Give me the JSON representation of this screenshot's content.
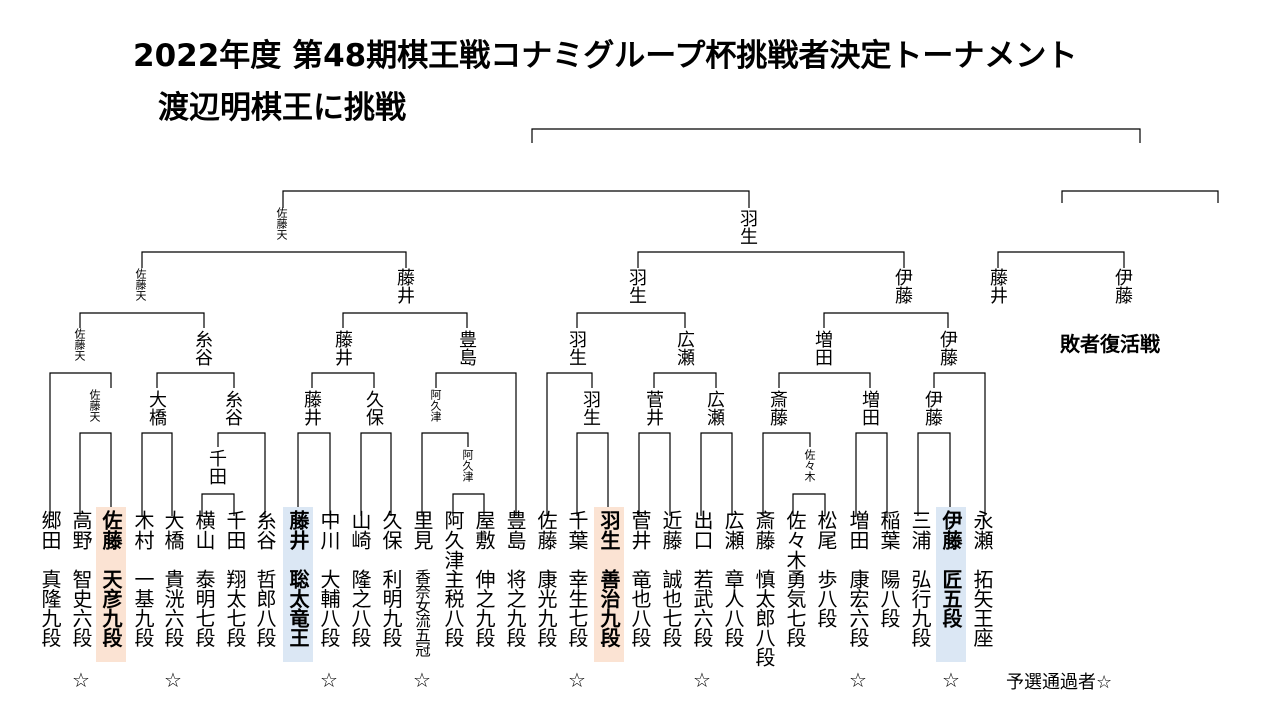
{
  "title": {
    "line1": "2022年度 第48期棋王戦コナミグループ杯挑戦者決定トーナメント",
    "line2": "渡辺明棋王に挑戦"
  },
  "players": [
    {
      "name": "郷田",
      "rank": "真隆九段",
      "highlight": "none",
      "star": false
    },
    {
      "name": "高野",
      "rank": "智史六段",
      "highlight": "none",
      "star": true
    },
    {
      "name": "佐藤",
      "rank": "天彦九段",
      "highlight": "orange",
      "star": false
    },
    {
      "name": "木村",
      "rank": "一基九段",
      "highlight": "none",
      "star": false
    },
    {
      "name": "大橋",
      "rank": "貴洸六段",
      "highlight": "none",
      "star": true
    },
    {
      "name": "横山",
      "rank": "泰明七段",
      "highlight": "none",
      "star": false
    },
    {
      "name": "千田",
      "rank": "翔太七段",
      "highlight": "none",
      "star": false
    },
    {
      "name": "糸谷",
      "rank": "哲郎八段",
      "highlight": "none",
      "star": false
    },
    {
      "name": "藤井",
      "rank": "聡太竜王",
      "highlight": "blue",
      "star": false
    },
    {
      "name": "中川",
      "rank": "大輔八段",
      "highlight": "none",
      "star": true
    },
    {
      "name": "山崎",
      "rank": "隆之八段",
      "highlight": "none",
      "star": false
    },
    {
      "name": "久保",
      "rank": "利明九段",
      "highlight": "none",
      "star": false
    },
    {
      "name": "里見",
      "rank": "香奈女流五冠",
      "highlight": "none",
      "star": true
    },
    {
      "name": "阿久津",
      "rank": "主税八段",
      "highlight": "none",
      "star": false
    },
    {
      "name": "屋敷",
      "rank": "伸之九段",
      "highlight": "none",
      "star": false
    },
    {
      "name": "豊島",
      "rank": "将之九段",
      "highlight": "none",
      "star": false
    },
    {
      "name": "佐藤",
      "rank": "康光九段",
      "highlight": "none",
      "star": false
    },
    {
      "name": "千葉",
      "rank": "幸生七段",
      "highlight": "none",
      "star": true
    },
    {
      "name": "羽生",
      "rank": "善治九段",
      "highlight": "orange",
      "star": false
    },
    {
      "name": "菅井",
      "rank": "竜也八段",
      "highlight": "none",
      "star": false
    },
    {
      "name": "近藤",
      "rank": "誠也七段",
      "highlight": "none",
      "star": false
    },
    {
      "name": "出口",
      "rank": "若武六段",
      "highlight": "none",
      "star": true
    },
    {
      "name": "広瀬",
      "rank": "章人八段",
      "highlight": "none",
      "star": false
    },
    {
      "name": "斎藤",
      "rank": "慎太郎八段",
      "highlight": "none",
      "star": false
    },
    {
      "name": "佐々木",
      "rank": "勇気七段",
      "highlight": "none",
      "star": false
    },
    {
      "name": "松尾",
      "rank": "歩八段",
      "highlight": "none",
      "star": false
    },
    {
      "name": "増田",
      "rank": "康宏六段",
      "highlight": "none",
      "star": true
    },
    {
      "name": "稲葉",
      "rank": "陽八段",
      "highlight": "none",
      "star": false
    },
    {
      "name": "三浦",
      "rank": "弘行九段",
      "highlight": "none",
      "star": false
    },
    {
      "name": "伊藤",
      "rank": "匠五段",
      "highlight": "blue",
      "star": true
    },
    {
      "name": "永瀬",
      "rank": "拓矢王座",
      "highlight": "none",
      "star": false
    }
  ],
  "winners": {
    "r1_ooh": "佐藤天",
    "r1_sen": "千田",
    "r1_aku": "阿久津",
    "r1_habu": "羽生",
    "r1_sas": "佐々木",
    "r1_ito": "伊藤",
    "r2_sato": "佐藤天",
    "r2_ohashi": "大橋",
    "r2_itoya": "糸谷",
    "r2_fujii": "藤井",
    "r2_kubo": "久保",
    "r2_aku": "阿久津",
    "r2_toyo": "豊島",
    "r2_habu": "羽生",
    "r2_sugai": "菅井",
    "r2_hirose": "広瀬",
    "r2_saito": "斎藤",
    "r2_masuda": "増田",
    "r2_ito": "伊藤",
    "r3_sato": "佐藤天",
    "r3_itoya": "糸谷",
    "r3_fujii": "藤井",
    "r3_toyo": "豊島",
    "r3_habu": "羽生",
    "r3_hirose": "広瀬",
    "r3_masuda": "増田",
    "r3_ito": "伊藤",
    "r4_sato": "佐藤天",
    "r4_fujii": "藤井",
    "r4_habu": "羽生",
    "r4_ito": "伊藤",
    "r5_sato": "佐藤天",
    "r5_habu": "羽生",
    "loser_fujii": "藤井",
    "loser_ito": "伊藤"
  },
  "star_symbol": "☆",
  "qualifier_note": "予選通過者☆",
  "loser_bracket_label": "敗者復活戦",
  "colors": {
    "highlight_orange": "#fbe3d3",
    "highlight_blue": "#dbe7f4",
    "line": "#000000"
  }
}
